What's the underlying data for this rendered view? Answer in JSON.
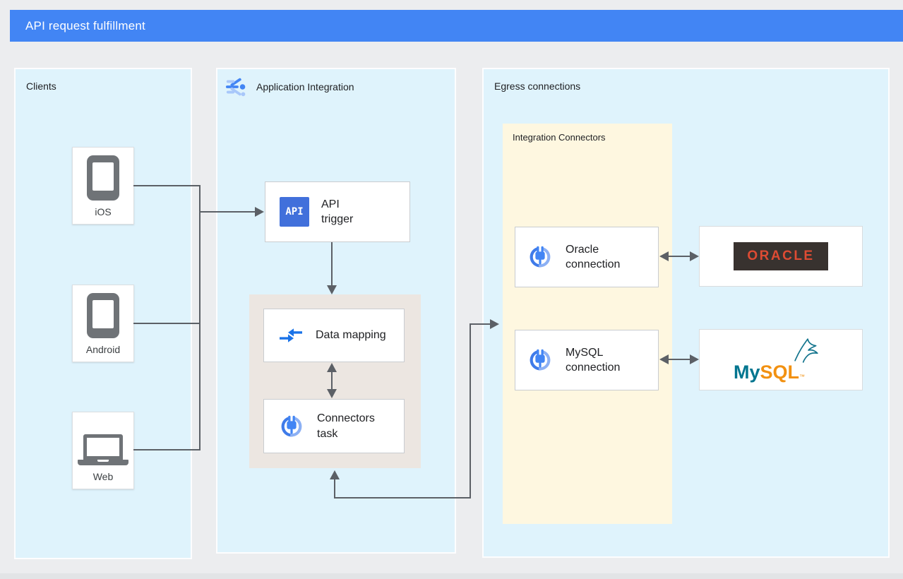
{
  "title": "API request fulfillment",
  "panels": {
    "clients": {
      "label": "Clients"
    },
    "application_integration": {
      "label": "Application Integration"
    },
    "egress": {
      "label": "Egress connections"
    },
    "integration_connectors": {
      "label": "Integration Connectors"
    }
  },
  "clients": [
    {
      "label": "iOS",
      "icon": "smartphone-icon"
    },
    {
      "label": "Android",
      "icon": "smartphone-icon"
    },
    {
      "label": "Web",
      "icon": "laptop-icon"
    }
  ],
  "nodes": {
    "api_trigger": {
      "icon_label": "API",
      "line1": "API",
      "line2": "trigger"
    },
    "data_mapping": {
      "label": "Data mapping"
    },
    "connectors_task": {
      "line1": "Connectors",
      "line2": "task"
    },
    "oracle_connection": {
      "line1": "Oracle",
      "line2": "connection"
    },
    "mysql_connection": {
      "line1": "MySQL",
      "line2": "connection"
    }
  },
  "logos": {
    "oracle": {
      "text": "ORACLE"
    },
    "mysql": {
      "part1": "My",
      "part2": "SQL",
      "tm": "™"
    }
  },
  "colors": {
    "title_bar_blue": "#4285F4",
    "panel_blue": "#DFF3FC",
    "integration_connectors_yellow": "#FEF7E0",
    "group_beige": "#ECE6E1",
    "line_gray": "#5C6066",
    "device_icon_gray": "#6F7377",
    "google_blue": "#4285F4",
    "api_chip_blue": "#4170DB",
    "oracle_red": "#DE4B33",
    "oracle_dark": "#38322F",
    "mysql_teal": "#00758F",
    "mysql_orange": "#F29111"
  }
}
